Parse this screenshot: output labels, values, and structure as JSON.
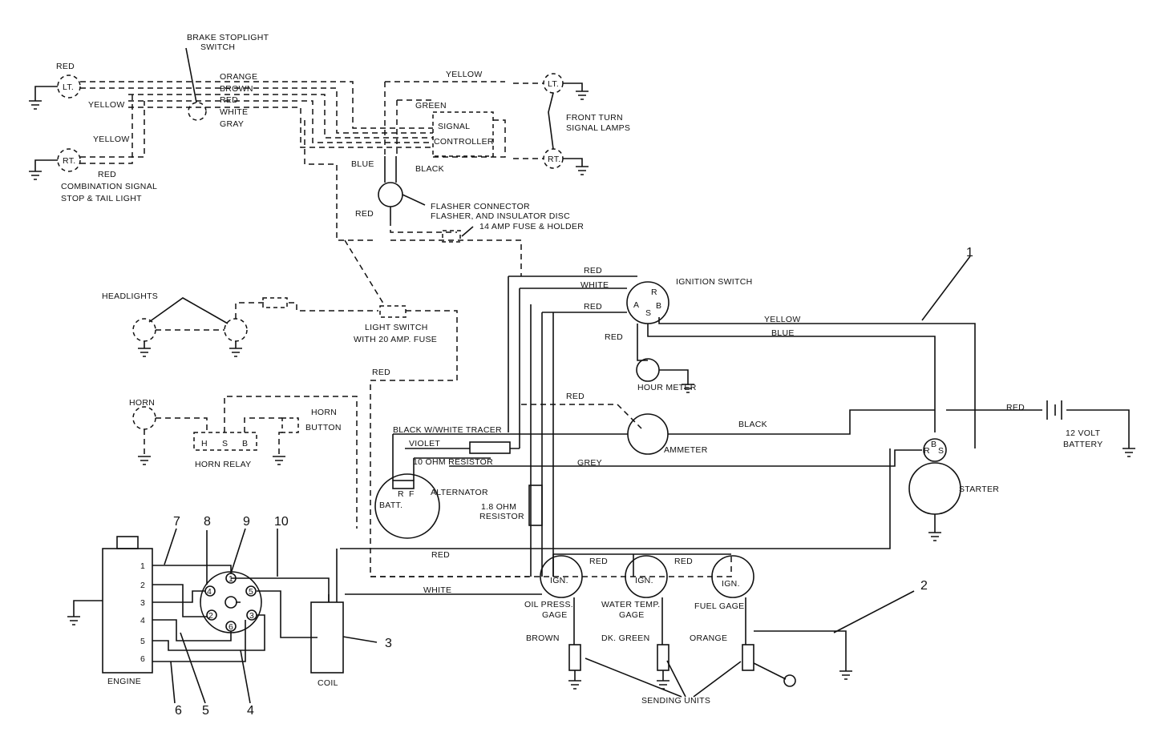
{
  "labels": {
    "brake_stoplight_1": "BRAKE STOPLIGHT",
    "brake_stoplight_2": "SWITCH",
    "red_top": "RED",
    "lt_left": "LT.",
    "rt_left": "RT.",
    "yellow_1": "YELLOW",
    "yellow_2": "YELLOW",
    "red_2": "RED",
    "combo_1": "COMBINATION SIGNAL",
    "combo_2": "STOP & TAIL LIGHT",
    "orange": "ORANGE",
    "brown": "BROWN",
    "red_bus": "RED",
    "white_bus": "WHITE",
    "gray": "GRAY",
    "yellow_top": "YELLOW",
    "green": "GREEN",
    "signal": "SIGNAL",
    "controller": "CONTROLLER",
    "lt_right": "LT.",
    "rt_right": "RT.",
    "front_turn_1": "FRONT TURN",
    "front_turn_2": "SIGNAL LAMPS",
    "blue": "BLUE",
    "black": "BLACK",
    "red_flasher": "RED",
    "flasher_1": "FLASHER CONNECTOR",
    "flasher_2": "FLASHER, AND INSULATOR DISC",
    "fuse_14": "14 AMP FUSE & HOLDER",
    "headlights": "HEADLIGHTS",
    "light_switch_1": "LIGHT SWITCH",
    "light_switch_2": "WITH 20 AMP. FUSE",
    "red_ls": "RED",
    "horn": "HORN",
    "horn_button_1": "HORN",
    "horn_button_2": "BUTTON",
    "relay_h": "H",
    "relay_s": "S",
    "relay_b": "B",
    "horn_relay": "HORN RELAY",
    "red_ign_1": "RED",
    "white_ign": "WHITE",
    "red_ign_2": "RED",
    "ignition_switch": "IGNITION SWITCH",
    "ign_r": "R",
    "ign_a": "A",
    "ign_s": "S",
    "ign_b": "B",
    "red_hm": "RED",
    "hour_meter": "HOUR METER",
    "yellow_long": "YELLOW",
    "blue_long": "BLUE",
    "ref_1": "1",
    "red_amm": "RED",
    "black_tracer": "BLACK W/WHITE TRACER",
    "violet": "VIOLET",
    "ohm10": "10 OHM RESISTOR",
    "ammeter": "AMMETER",
    "black_amm": "BLACK",
    "grey": "GREY",
    "red_batt": "RED",
    "volt_1": "12 VOLT",
    "volt_2": "BATTERY",
    "st_r": "R",
    "st_b": "B",
    "st_s": "S",
    "starter": "STARTER",
    "alternator": "ALTERNATOR",
    "batt": "BATT.",
    "alt_r": "R",
    "alt_f": "F",
    "ohm18_1": "1.8 OHM",
    "ohm18_2": "RESISTOR",
    "red_lower": "RED",
    "red_g1": "RED",
    "red_g2": "RED",
    "white_lower": "WHITE",
    "ign_g1": "IGN.",
    "ign_g2": "IGN.",
    "ign_g3": "IGN.",
    "oil_1": "OIL PRESS.",
    "oil_2": "GAGE",
    "water_1": "WATER TEMP.",
    "water_2": "GAGE",
    "fuel": "FUEL GAGE",
    "brown_send": "BROWN",
    "dkgreen": "DK. GREEN",
    "orange_send": "ORANGE",
    "sending_units": "SENDING UNITS",
    "ref_2": "2",
    "ref_3": "3",
    "coil": "COIL",
    "engine": "ENGINE",
    "e1": "1",
    "e2": "2",
    "e3": "3",
    "e4": "4",
    "e5": "5",
    "e6": "6",
    "d1": "1",
    "d2": "2",
    "d3": "3",
    "d4": "4",
    "d5": "5",
    "d6": "6",
    "ref_7": "7",
    "ref_8": "8",
    "ref_9": "9",
    "ref_10": "10",
    "ref_6": "6",
    "ref_5": "5",
    "ref_4": "4"
  }
}
